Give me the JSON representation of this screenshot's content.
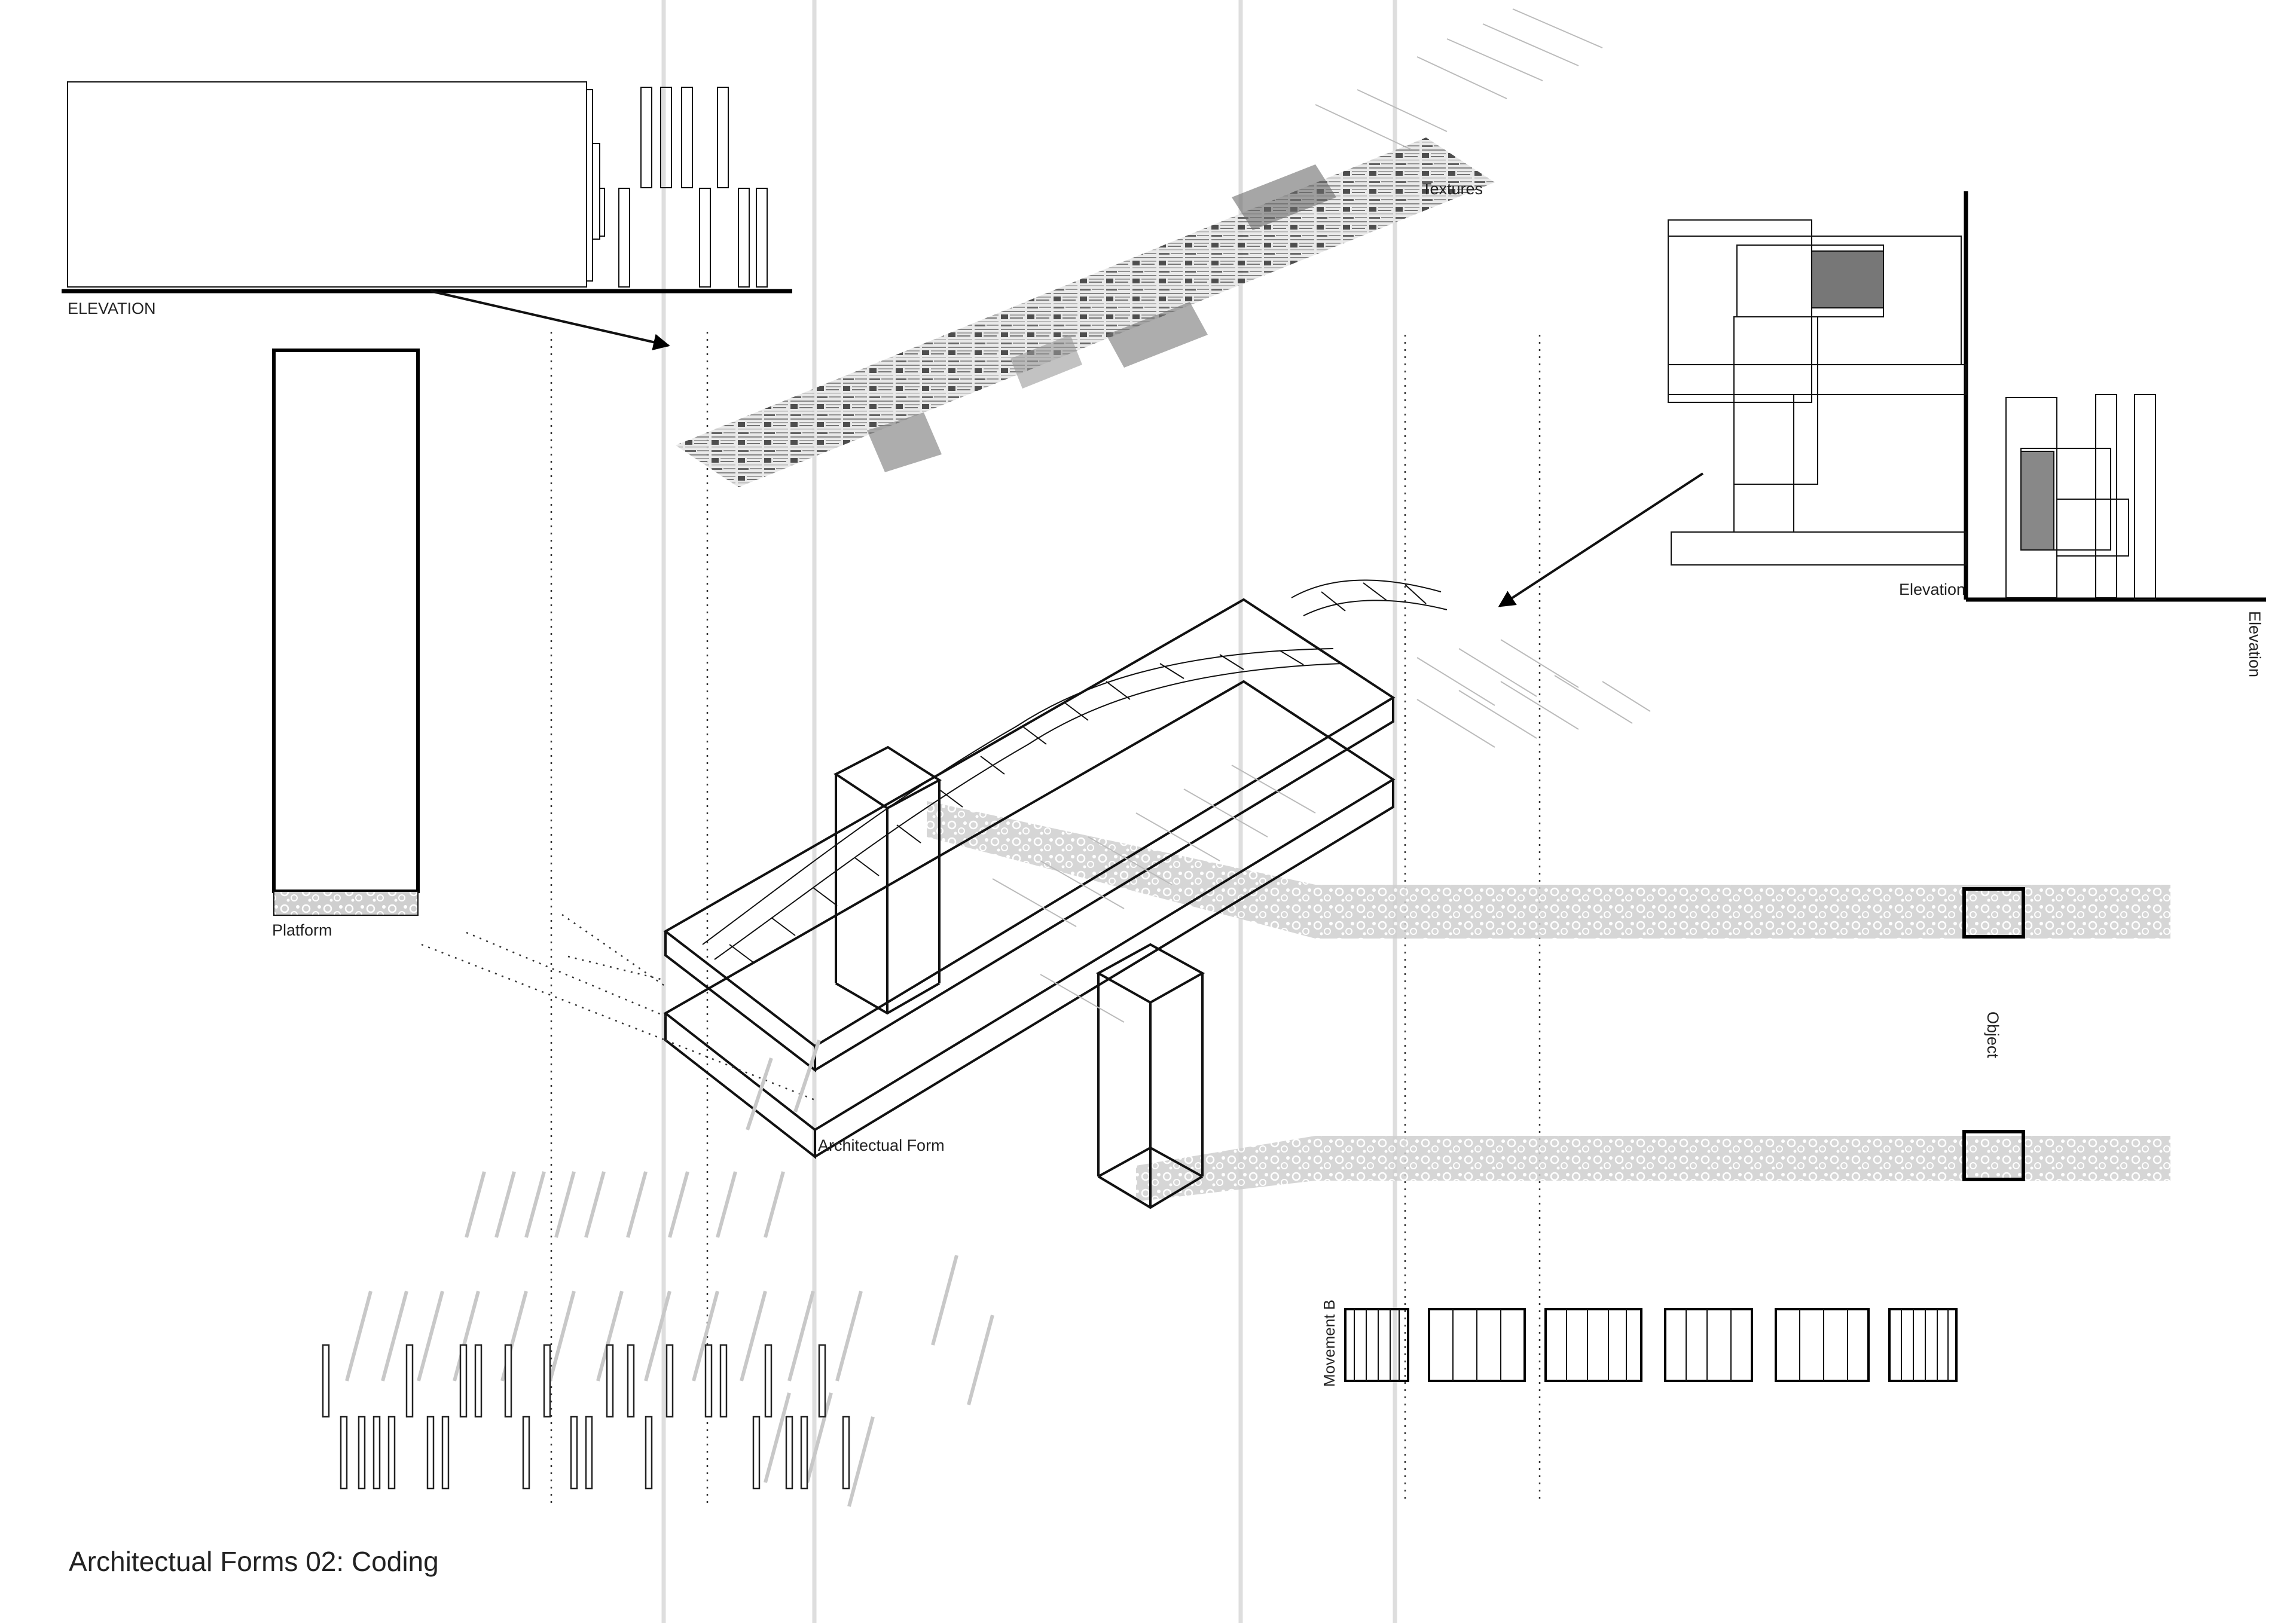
{
  "sheet": {
    "title": "Architectual Forms 02: Coding",
    "accent": "#000000",
    "texture_grey": "#bdbdbd"
  },
  "labels": {
    "elevation_left": "ELEVATION",
    "platform": "Platform",
    "textures": "Textures",
    "elevation_right": "Elevation",
    "elevation_right_vertical": "Elevation",
    "object": "Object",
    "architectural_form": "Architectual Form",
    "movement": "Movement B"
  }
}
